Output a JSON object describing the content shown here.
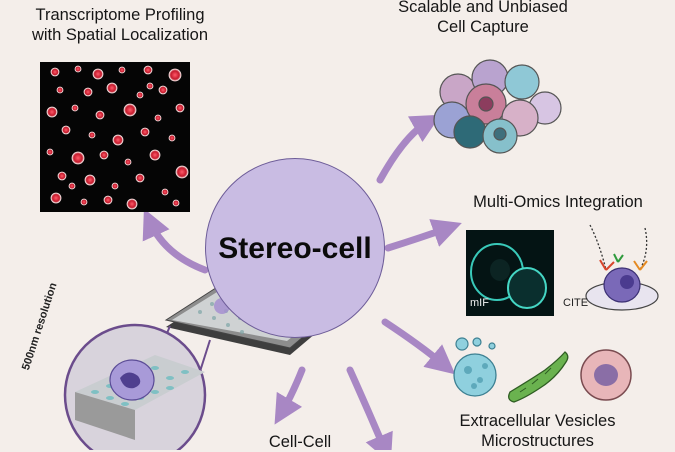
{
  "center": {
    "title": "Stereo-cell"
  },
  "panels": {
    "transcriptome": {
      "line1": "Transcriptome Profiling",
      "line2": "with Spatial Localization"
    },
    "capture": {
      "line1": "Scalable and Unbiased",
      "line2": "Cell Capture"
    },
    "multiomics": {
      "title": "Multi-Omics Integration",
      "tag_mif": "mIF",
      "tag_cite": "CITE"
    },
    "vesicles": {
      "line1": "Extracellular Vesicles",
      "line2": "Microstructures"
    },
    "cellcell": {
      "line1": "Cell-Cell"
    },
    "chip": {
      "resolution": "500nm resolution"
    }
  },
  "colors": {
    "background": "#f4eeea",
    "hub_fill": "#c9bce3",
    "arrow": "#a887c4",
    "chip": "#5a5a5a"
  },
  "icons": [
    "fluorescence-image-icon",
    "cell-cluster-icon",
    "mif-cell-image-icon",
    "cite-antibody-icon",
    "vesicle-icon",
    "bacterium-icon",
    "cell-icon",
    "chip-icon",
    "magnified-chip-icon"
  ]
}
